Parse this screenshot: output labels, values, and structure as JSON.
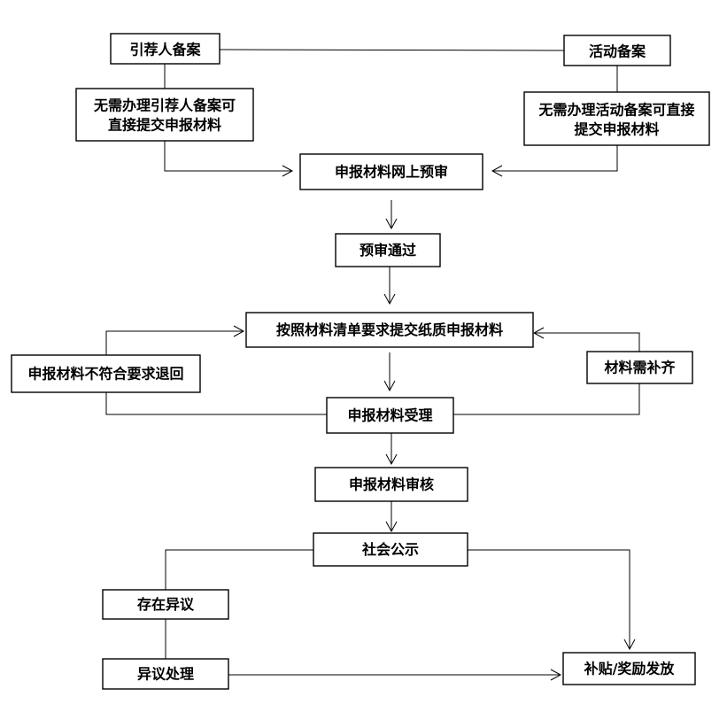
{
  "nodes": {
    "referrer_record": "引荐人备案",
    "activity_record": "活动备案",
    "referrer_exempt_1": "无需办理引荐人备案可",
    "referrer_exempt_2": "直接提交申报材料",
    "activity_exempt_1": "无需办理活动备案可直接",
    "activity_exempt_2": "提交申报材料",
    "online_precheck": "申报材料网上预审",
    "precheck_passed": "预审通过",
    "submit_paper": "按照材料清单要求提交纸质申报材料",
    "returned": "申报材料不符合要求退回",
    "supplement": "材料需补齐",
    "accepted": "申报材料受理",
    "review": "申报材料审核",
    "public_notice": "社会公示",
    "objection": "存在异议",
    "objection_handling": "异议处理",
    "disbursement": "补贴/奖励发放"
  },
  "colors": {
    "stroke": "#000000",
    "fill": "#ffffff",
    "text": "#000000"
  }
}
